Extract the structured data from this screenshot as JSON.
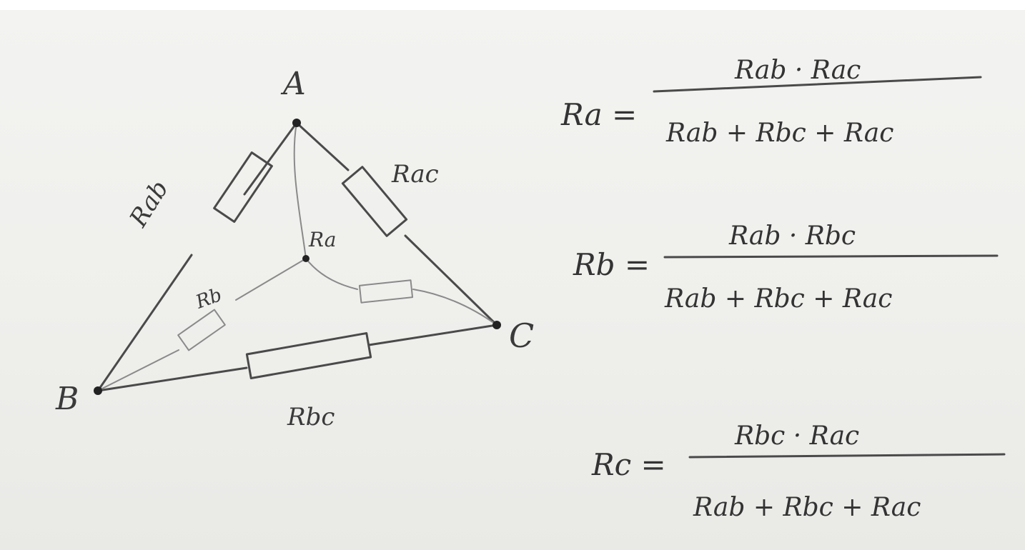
{
  "diagram": {
    "nodes": {
      "a_label": "A",
      "b_label": "B",
      "c_label": "C"
    },
    "resistors": {
      "delta_ab": "Rab",
      "delta_ac": "Rac",
      "delta_bc": "Rbc",
      "star_a": "Ra",
      "star_b": "Rb"
    }
  },
  "formulas": [
    {
      "lhs": "Ra =",
      "numerator": "Rab · Rac",
      "denominator": "Rab + Rbc + Rac"
    },
    {
      "lhs": "Rb =",
      "numerator": "Rab · Rbc",
      "denominator": "Rab + Rbc + Rac"
    },
    {
      "lhs": "Rc =",
      "numerator": "Rbc · Rac",
      "denominator": "Rab + Rbc + Rac"
    }
  ],
  "colors": {
    "pencil": "#4a4a4a",
    "paper": "#f0f0ed"
  }
}
